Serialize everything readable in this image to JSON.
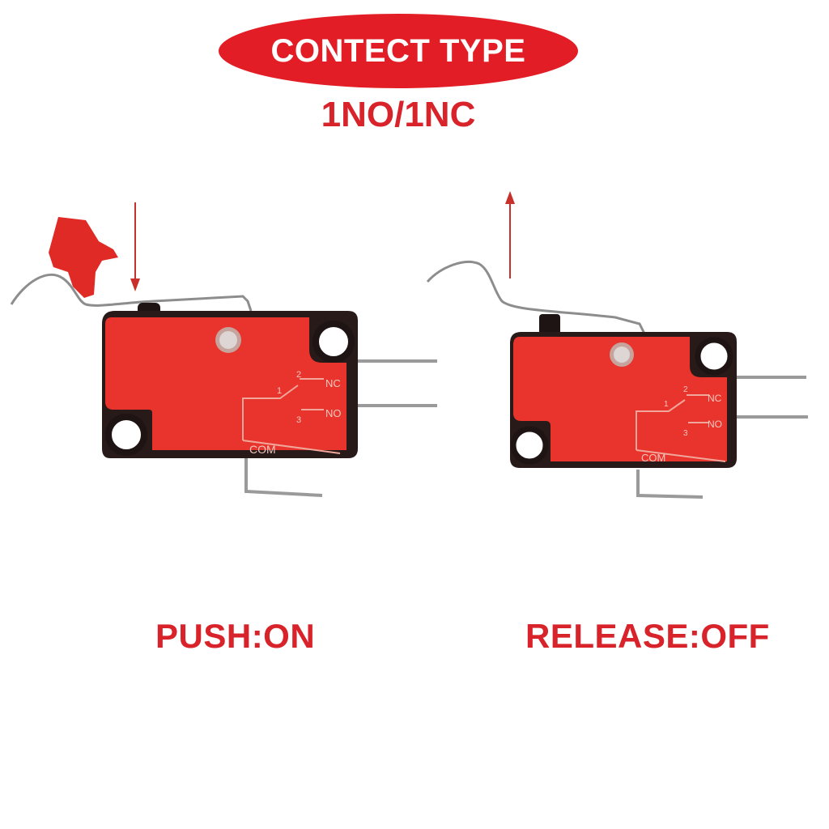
{
  "header": {
    "title": "CONTECT TYPE",
    "contact_type": "1NO/1NC"
  },
  "switches": [
    {
      "state_label": "PUSH:ON",
      "action": "push",
      "pins": {
        "nc": "NC",
        "no": "NO",
        "com": "COM",
        "n1": "1",
        "n2": "2",
        "n3": "3"
      }
    },
    {
      "state_label": "RELEASE:OFF",
      "action": "release",
      "pins": {
        "nc": "NC",
        "no": "NO",
        "com": "COM",
        "n1": "1",
        "n2": "2",
        "n3": "3"
      }
    }
  ],
  "colors": {
    "accent": "#e21d25",
    "switch_body": "#e8342c",
    "switch_frame": "#2a1c1a",
    "text_red": "#d8232a"
  },
  "icons": [
    "pointing-hand-icon",
    "arrow-down-icon",
    "arrow-up-icon"
  ]
}
